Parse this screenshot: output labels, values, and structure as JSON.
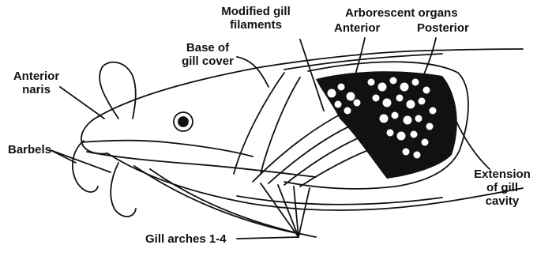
{
  "labels": {
    "modified_gill_filaments": [
      "Modified gill",
      "filaments"
    ],
    "arborescent_organs": "Arborescent organs",
    "anterior": "Anterior",
    "posterior": "Posterior",
    "base_of_gill_cover": [
      "Base of",
      "gill cover"
    ],
    "anterior_naris": [
      "Anterior",
      "naris"
    ],
    "barbels": "Barbels",
    "extension_of_gill_cavity": [
      "Extension",
      "of gill",
      "cavity"
    ],
    "gill_arches": "Gill arches 1-4"
  },
  "colors": {
    "ink": "#111111",
    "paper": "#ffffff"
  }
}
